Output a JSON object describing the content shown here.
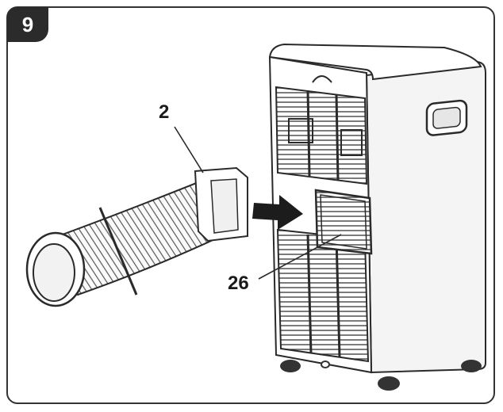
{
  "figure": {
    "step_number": "9",
    "callouts": {
      "hose_label": "2",
      "outlet_label": "26"
    }
  },
  "colors": {
    "line": "#2a2a2a",
    "badge": "#2b2b2b",
    "fill_light": "#f2f2f2"
  },
  "icons": [
    "insert-arrow-icon"
  ]
}
